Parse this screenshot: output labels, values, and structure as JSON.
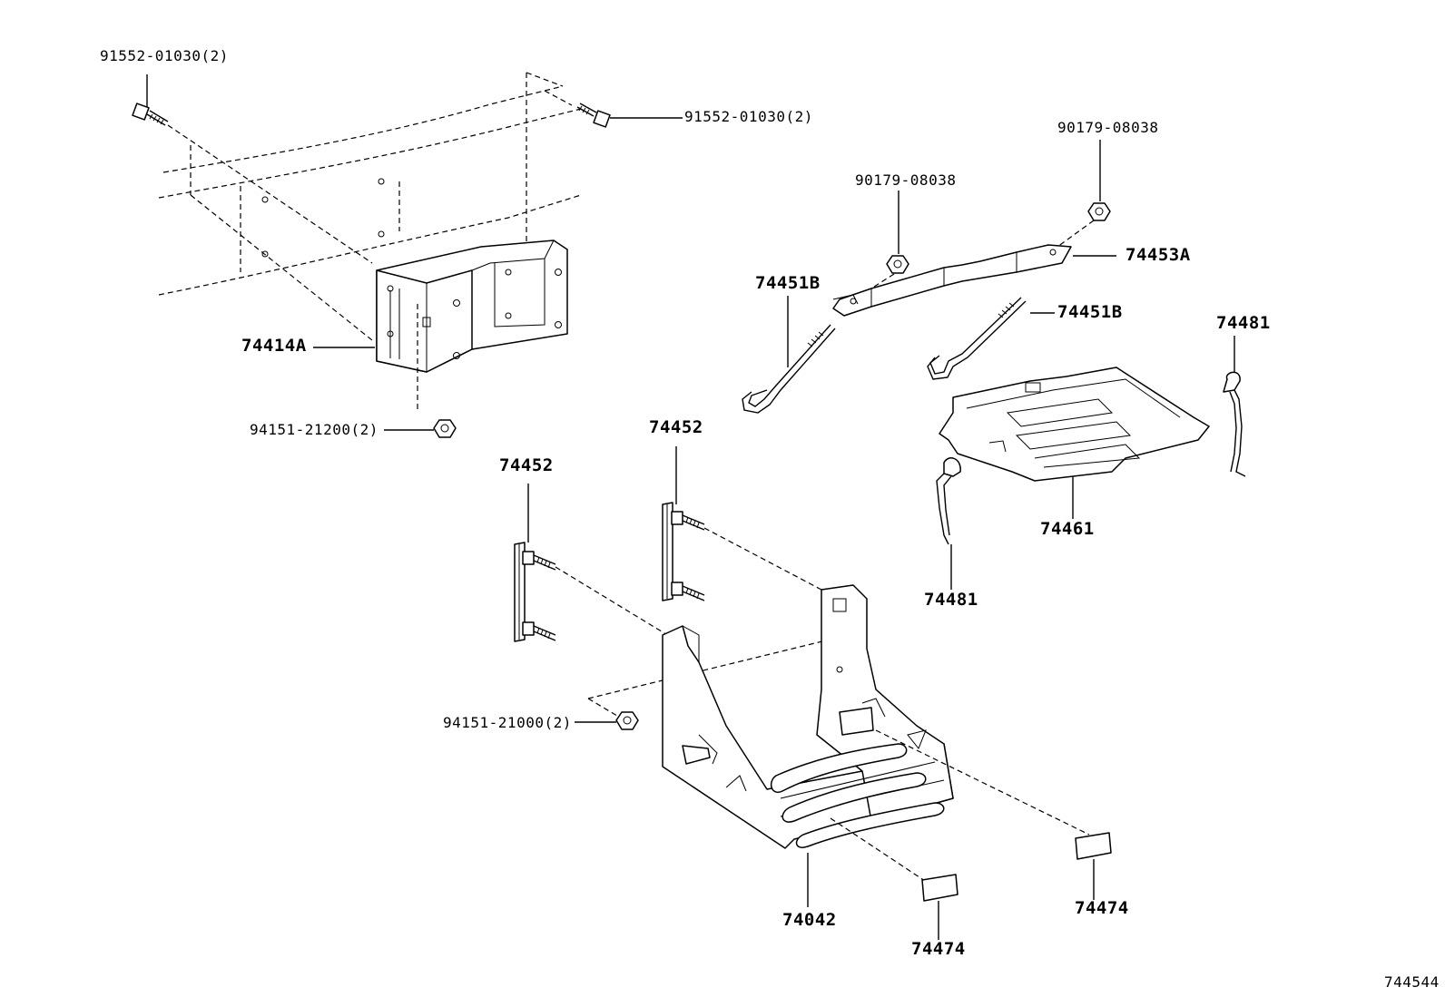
{
  "labels": {
    "bolt_top_left": "91552-01030(2)",
    "bolt_top_center": "91552-01030(2)",
    "nut_right_upper": "90179-08038",
    "nut_center_upper": "90179-08038",
    "holder_clamp": "74453A",
    "rod_left": "74451B",
    "rod_right": "74451B",
    "bracket_frame": "74414A",
    "nut_bracket": "94151-21200(2)",
    "clamp_left": "74452",
    "clamp_right": "74452",
    "insulator": "74461",
    "clip_right": "74481",
    "clip_left": "74481",
    "nut_carrier": "94151-21000(2)",
    "tray": "74042",
    "pad_right": "74474",
    "pad_bottom": "74474",
    "diagram_id": "744544"
  }
}
